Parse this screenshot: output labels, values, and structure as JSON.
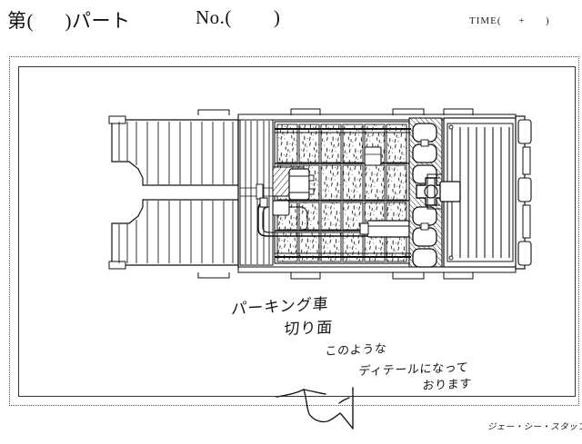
{
  "sheet": {
    "header": {
      "part_field": "第(      )パート",
      "number_field": "No.(        )",
      "time_field": "TIME(     +      )"
    },
    "frame": {
      "outer_style": "dotted",
      "inner_style": "solid",
      "border_color": "#333333"
    },
    "artwork": {
      "title": "parking-vehicle-cutaway-drawing",
      "description": "Mechanical line drawing of a parking vehicle cross-section, top-down cutaway view with hatched interior panels, wheels, piping and chassis rails",
      "line_color": "#111111",
      "fill_color": "#ffffff"
    },
    "annotations": [
      {
        "id": "note-line-1",
        "text": "パーキング車"
      },
      {
        "id": "note-line-2",
        "text": "切り面"
      },
      {
        "id": "note-line-3",
        "text": "このような"
      },
      {
        "id": "note-line-4",
        "text": "ディテールになって"
      },
      {
        "id": "note-line-5",
        "text": "おります"
      }
    ],
    "pointer_mark": {
      "id": "handwritten-pointer-arrow",
      "description": "Hand-drawn arrow / pointer stroke crossing the bottom frame line"
    },
    "credit": "ジェー・シー・スタッフ"
  }
}
